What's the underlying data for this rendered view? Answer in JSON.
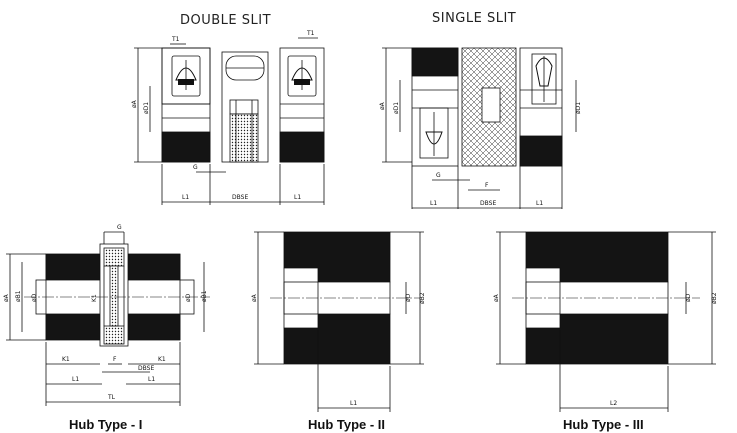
{
  "titles": {
    "double_slit": "DOUBLE SLIT",
    "single_slit": "SINGLE SLIT"
  },
  "captions": {
    "hub1": "Hub Type - I",
    "hub2": "Hub Type - II",
    "hub3": "Hub Type - III"
  },
  "dims": {
    "T1": "T1",
    "G": "G",
    "F": "F",
    "L1": "L1",
    "L2": "L2",
    "DBSE": "DBSE",
    "TL": "TL",
    "K1": "K1",
    "A": "øA",
    "D1": "øD1",
    "B1": "øB1",
    "D": "øD",
    "B2": "øB2"
  }
}
